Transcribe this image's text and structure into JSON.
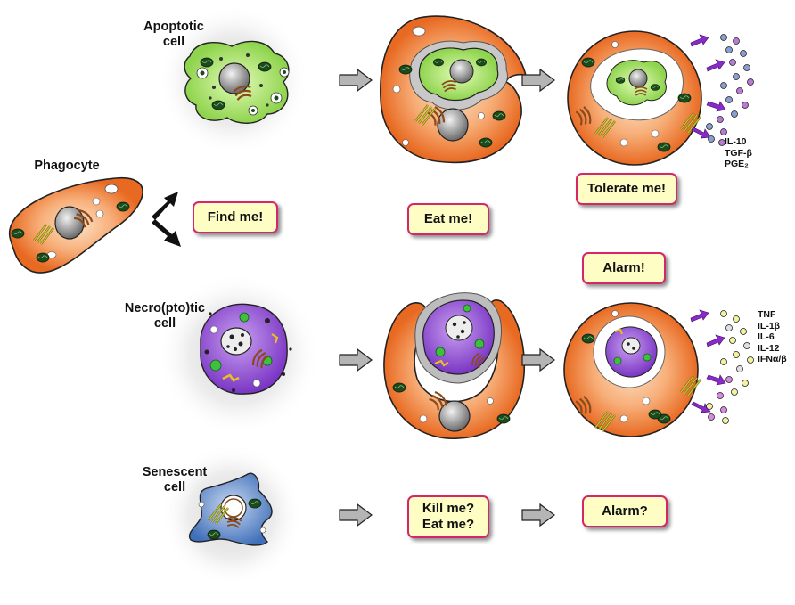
{
  "labels": {
    "apoptotic": "Apoptotic\ncell",
    "phagocyte": "Phagocyte",
    "necroptotic": "Necro(pto)tic\ncell",
    "senescent": "Senescent\ncell"
  },
  "signals": {
    "find_me": "Find me!",
    "eat_me": "Eat me!",
    "tolerate_me": "Tolerate me!",
    "alarm": "Alarm!",
    "kill_eat": "Kill me?\nEat me?",
    "alarm_q": "Alarm?"
  },
  "cytokines": {
    "anti_inflammatory": [
      "IL-10",
      "TGF-β",
      "PGE₂"
    ],
    "pro_inflammatory": [
      "TNF",
      "IL-1β",
      "IL-6",
      "IL-12",
      "IFNα/β"
    ]
  },
  "colors": {
    "phagocyte": "#f08a4b",
    "apoptotic": "#a8e070",
    "necrotic": "#9a55d8",
    "senescent": "#5a86c8",
    "bubble_fill": "#fdfdc4",
    "bubble_border": "#d6266a",
    "arrow_purple": "#8a2ac8",
    "arrow_gray": "#b0b0b0"
  }
}
